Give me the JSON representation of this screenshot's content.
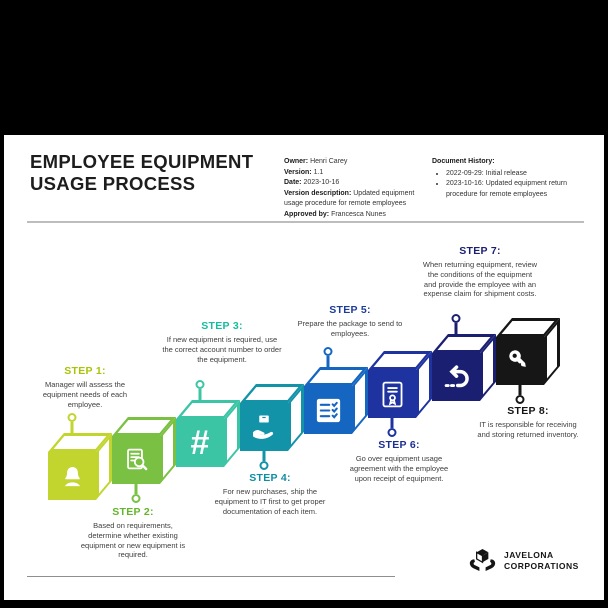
{
  "header": {
    "title_line1": "EMPLOYEE EQUIPMENT",
    "title_line2": "USAGE PROCESS",
    "meta_fields": [
      {
        "label": "Owner:",
        "value": "Henri Carey"
      },
      {
        "label": "Version:",
        "value": "1.1"
      },
      {
        "label": "Date:",
        "value": "2023-10-16"
      },
      {
        "label": "Version description:",
        "value": "Updated equipment usage procedure for remote employees"
      },
      {
        "label": "Approved by:",
        "value": "Francesca Nunes"
      }
    ],
    "document_history": {
      "title": "Document History:",
      "entries": [
        "2022-09-29: Initial release",
        "2023-10-16: Updated equipment return procedure for remote employees"
      ]
    }
  },
  "steps": [
    {
      "heading": "STEP 1:",
      "body": "Manager will assess the equipment needs of each employee.",
      "icon": "person-icon",
      "cube_color": "#c2d52f",
      "heading_color": "#a9c407"
    },
    {
      "heading": "STEP 2:",
      "body": "Based on requirements, determine whether existing equipment or new equipment is required.",
      "icon": "document-search-icon",
      "cube_color": "#7ac043",
      "heading_color": "#63b52d"
    },
    {
      "heading": "STEP 3:",
      "body": "If new equipment is required, use the correct account number to order the equipment.",
      "icon": "hash-icon",
      "cube_color": "#3cc5a5",
      "heading_color": "#16bd9d"
    },
    {
      "heading": "STEP 4:",
      "body": "For new purchases, ship the equipment to IT first to get proper documentation of each item.",
      "icon": "hand-box-icon",
      "cube_color": "#1293a8",
      "heading_color": "#0f8da2"
    },
    {
      "heading": "STEP 5:",
      "body": "Prepare the package to send to employees.",
      "icon": "checklist-icon",
      "cube_color": "#1566c1",
      "heading_color": "#1c3c98"
    },
    {
      "heading": "STEP 6:",
      "body": "Go over equipment usage agreement with the employee upon receipt of equipment.",
      "icon": "certificate-icon",
      "cube_color": "#1e339f",
      "heading_color": "#1c2f93"
    },
    {
      "heading": "STEP 7:",
      "body": "When returning equipment, review the conditions of the equipment and provide the employee with an expense claim for shipment costs.",
      "icon": "return-arrow-icon",
      "cube_color": "#1b1f72",
      "heading_color": "#1b1f72"
    },
    {
      "heading": "STEP 8:",
      "body": "IT is responsible for receiving and storing returned inventory.",
      "icon": "key-icon",
      "cube_color": "#161616",
      "heading_color": "#141414"
    }
  ],
  "footer": {
    "brand_line1": "JAVELONA",
    "brand_line2": "CORPORATIONS",
    "logo_icon": "hands-holding-cube-icon"
  }
}
